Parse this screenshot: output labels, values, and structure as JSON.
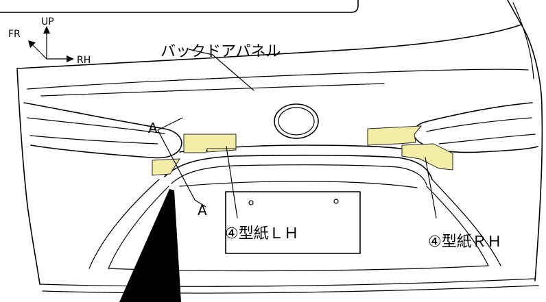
{
  "labels": {
    "up": "UP",
    "fr": "FR",
    "rh": "RH",
    "panel": "バックドアパネル",
    "marker_a_upper": "A",
    "marker_a_lower": "A",
    "template_lh": "④型紙ＬＨ",
    "template_rh": "④型紙ＲＨ"
  },
  "colors": {
    "tape": "#f4eda8",
    "ink": "#000000",
    "background": "#ffffff"
  }
}
